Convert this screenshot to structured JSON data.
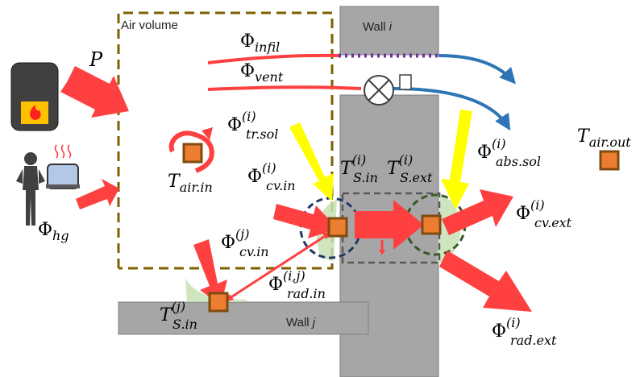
{
  "labels": {
    "air_volume": "Air volume",
    "wall_i": "Wall ",
    "wall_i_sym": "i",
    "wall_j": "Wall ",
    "wall_j_sym": "j",
    "phi": "Φ",
    "T": "T",
    "P": "P",
    "infil": "infil",
    "vent": "vent",
    "tr_sol": "tr.sol",
    "tr_sol_sup": "(i)",
    "abs_sol": "abs.sol",
    "abs_sol_sup": "(i)",
    "air_in": "air.in",
    "air_out": "air.out",
    "cv_in_i": "cv.in",
    "cv_in_i_sup": "(i)",
    "cv_in_j": "cv.in",
    "cv_in_j_sup": "(j)",
    "s_in_i": "S.in",
    "s_in_i_sup": "(i)",
    "s_ext_i": "S.ext",
    "s_ext_i_sup": "(i)",
    "rad_in": "rad.in",
    "rad_in_sup": "(i,j)",
    "s_in_j": "S.in",
    "s_in_j_sup": "(j)",
    "hg": "hg",
    "cv_ext": "cv.ext",
    "cv_ext_sup": "(i)",
    "rad_ext": "rad.ext",
    "rad_ext_sup": "(i)"
  },
  "colors": {
    "wall": "#a6a6a6",
    "wall_stroke": "#7f7f7f",
    "red_arrow": "#ff4040",
    "yellow_arrow": "#ffff00",
    "blue_arrow": "#2e75b6",
    "node_fill": "#ed7d31",
    "node_stroke": "#7f4b10",
    "air_border": "#7f6000",
    "surface_glow": "#c5e0b4",
    "dashed_navy": "#1f3864",
    "dashed_green": "#385723",
    "dashed_grey": "#595959",
    "infil_dots": "#7030a0"
  }
}
